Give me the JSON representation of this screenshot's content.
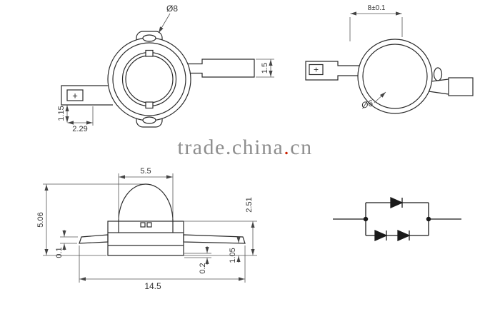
{
  "watermark": {
    "part1": "trade",
    "dot1": ".",
    "part2": "china",
    "dot2": ".",
    "part3": "cn",
    "text_color": "#8f8f8f",
    "accent_dot_color": "#cc2200"
  },
  "front_view": {
    "dia_label": "Ø8",
    "dim_lead_width": "1.5",
    "dim_a": "1.15",
    "dim_b": "2.29",
    "polarity_mark": "+"
  },
  "back_view": {
    "dim_top": "8±0.1",
    "dia_label": "Ø6",
    "polarity_mark": "+"
  },
  "side_view": {
    "dim_lens_width": "5.5",
    "dim_total_height": "5.06",
    "dim_flange_thickness": "0.1",
    "dim_total_width": "14.5",
    "dim_pad_step": "0.2",
    "dim_base_height": "1.05",
    "dim_body_height": "2.51"
  },
  "line_colors": {
    "outline": "#2b2b2b",
    "dimension": "#555555",
    "schematic": "#1a1a1a"
  }
}
